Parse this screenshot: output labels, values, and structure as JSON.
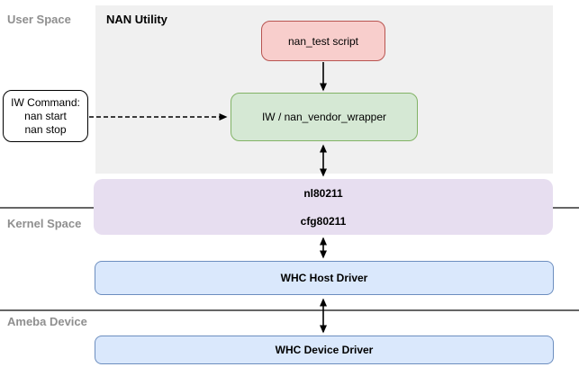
{
  "sections": {
    "user_space": {
      "label": "User Space"
    },
    "kernel_space": {
      "label": "Kernel Space"
    },
    "ameba_device": {
      "label": "Ameba Device"
    }
  },
  "container": {
    "title": "NAN Utility",
    "fill": "#f0f0f0"
  },
  "nodes": {
    "nan_test_script": {
      "label": "nan_test script",
      "fill": "#f8cecc",
      "stroke": "#b85450"
    },
    "iw_command": {
      "lines": [
        "IW Command:",
        "nan start",
        "nan stop"
      ],
      "fill": "#ffffff",
      "stroke": "#000000"
    },
    "iw_vendor_wrapper": {
      "label": "IW / nan_vendor_wrapper",
      "fill": "#d5e8d4",
      "stroke": "#82b366"
    },
    "netlink": {
      "top_label": "nl80211",
      "bottom_label": "cfg80211",
      "fill": "#e7def0"
    },
    "whc_host_driver": {
      "label": "WHC Host Driver",
      "fill": "#dae8fc",
      "stroke": "#6c8ebf"
    },
    "whc_device_driver": {
      "label": "WHC Device Driver",
      "fill": "#dae8fc",
      "stroke": "#6c8ebf"
    }
  },
  "connectors": {
    "nan_test_to_wrapper": "solid-arrow-down",
    "iw_command_to_wrapper": "dashed-arrow-right",
    "wrapper_to_nl80211": "double-arrow-vertical",
    "cfg80211_to_whc_host": "double-arrow-vertical",
    "whc_host_to_whc_device": "double-arrow-vertical"
  },
  "colors": {
    "section_label": "#8f8f8f",
    "divider": "#666666",
    "arrow": "#000000",
    "canvas_background": "#ffffff"
  }
}
